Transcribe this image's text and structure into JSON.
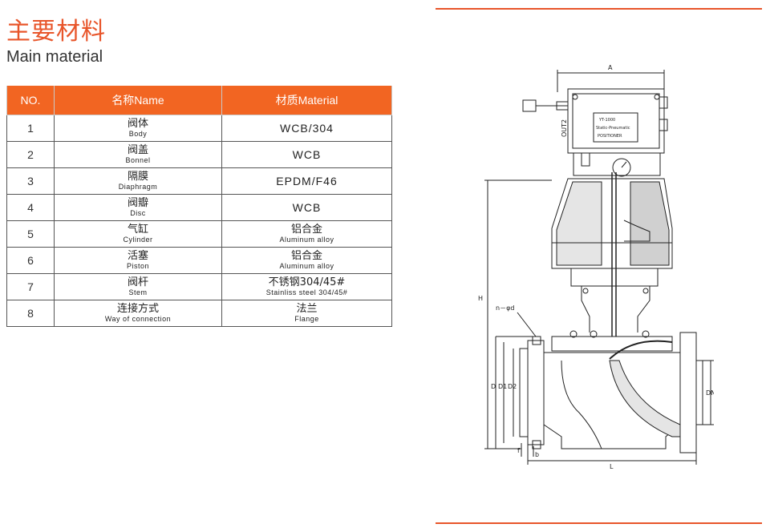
{
  "heading": {
    "cn": "主要材料",
    "en": "Main material"
  },
  "colors": {
    "accent": "#f26522",
    "title": "#e8552a"
  },
  "table": {
    "headers": [
      "NO.",
      "名称Name",
      "材质Material"
    ],
    "rows": [
      {
        "no": "1",
        "name_cn": "阀体",
        "name_en": "Body",
        "material": "WCB/304"
      },
      {
        "no": "2",
        "name_cn": "阀盖",
        "name_en": "Bonnel",
        "material": "WCB"
      },
      {
        "no": "3",
        "name_cn": "隔膜",
        "name_en": "Diaphragm",
        "material": "EPDM/F46"
      },
      {
        "no": "4",
        "name_cn": "阀瓣",
        "name_en": "Disc",
        "material": "WCB"
      },
      {
        "no": "5",
        "name_cn": "气缸",
        "name_en": "Cylinder",
        "material_cn": "铝合金",
        "material_en": "Aluminum alloy"
      },
      {
        "no": "6",
        "name_cn": "活塞",
        "name_en": "Piston",
        "material_cn": "铝合金",
        "material_en": "Aluminum alloy"
      },
      {
        "no": "7",
        "name_cn": "阀杆",
        "name_en": "Stem",
        "material_cn": "不锈钢304/45#",
        "material_en": "Stainliss steel 304/45#"
      },
      {
        "no": "8",
        "name_cn": "连接方式",
        "name_en": "Way of connection",
        "material_cn": "法兰",
        "material_en": "Flange"
      }
    ]
  },
  "drawing": {
    "dims": {
      "a": "A",
      "h": "H",
      "n_d": "n－φd",
      "d": "D",
      "d1": "D1",
      "d2": "D2",
      "dn": "DN",
      "l": "L",
      "f": "f",
      "b": "b"
    },
    "box_text": [
      "YT-1000",
      "Static-Pneumatic",
      "POSITIONER"
    ],
    "out_label": "OUT2"
  }
}
